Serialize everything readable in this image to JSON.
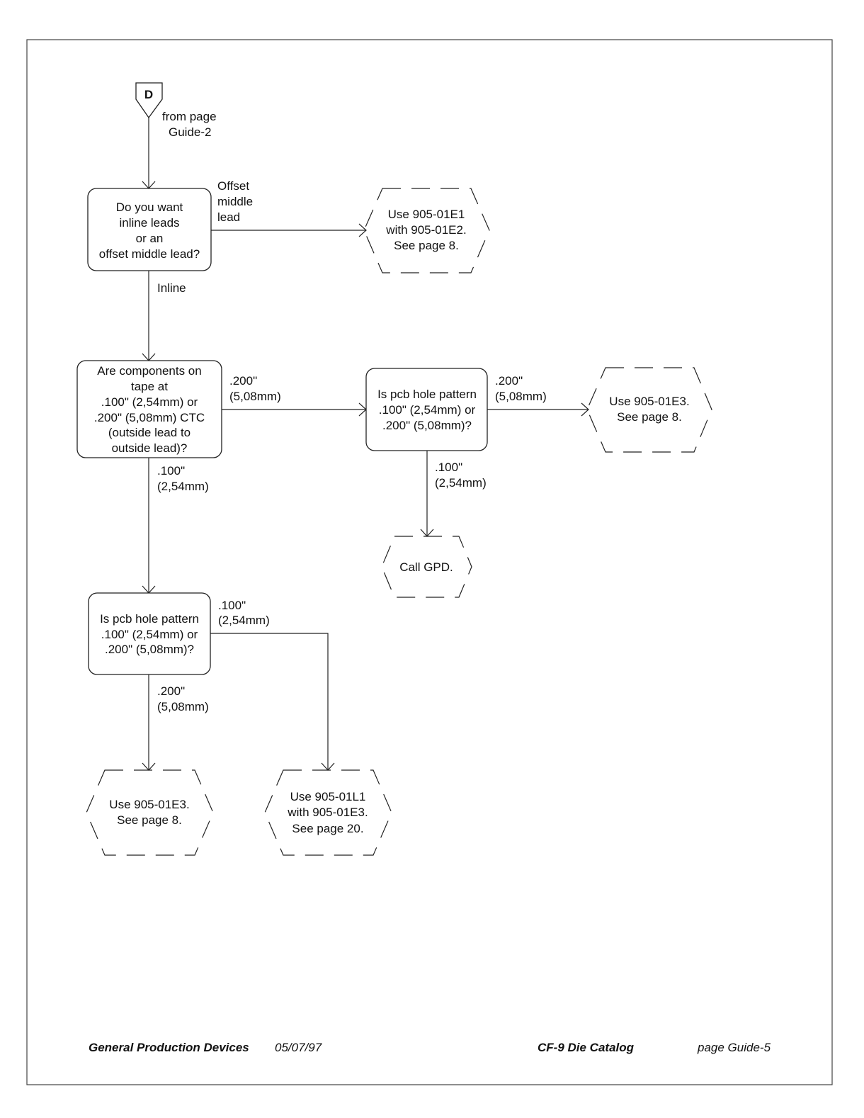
{
  "connector": {
    "letter": "D",
    "note": [
      "from page",
      "Guide-2"
    ]
  },
  "q1": {
    "lines": [
      "Do you want",
      "inline leads",
      "or an",
      "offset middle lead?"
    ],
    "branch_right": [
      "Offset",
      "middle",
      "lead"
    ],
    "branch_down": [
      "Inline"
    ]
  },
  "r1": {
    "lines": [
      "Use 905-01E1",
      "with 905-01E2.",
      "See page 8."
    ]
  },
  "q2": {
    "lines": [
      "Are components on",
      "tape at",
      ".100\" (2,54mm) or",
      ".200\" (5,08mm) CTC",
      "(outside lead to",
      "outside lead)?"
    ],
    "branch_right": [
      ".200\"",
      "(5,08mm)"
    ],
    "branch_down": [
      ".100\"",
      "(2,54mm)"
    ]
  },
  "q3": {
    "lines": [
      "Is pcb hole pattern",
      ".100\" (2,54mm) or",
      ".200\" (5,08mm)?"
    ],
    "branch_right": [
      ".200\"",
      "(5,08mm)"
    ],
    "branch_down": [
      ".100\"",
      "(2,54mm)"
    ]
  },
  "r2": {
    "lines": [
      "Use 905-01E3.",
      "See page 8."
    ]
  },
  "r3": {
    "lines": [
      "Call GPD."
    ]
  },
  "q4": {
    "lines": [
      "Is pcb hole pattern",
      ".100\" (2,54mm) or",
      ".200\" (5,08mm)?"
    ],
    "branch_right": [
      ".100\"",
      "(2,54mm)"
    ],
    "branch_down": [
      ".200\"",
      "(5,08mm)"
    ]
  },
  "r4": {
    "lines": [
      "Use 905-01E3.",
      "See page 8."
    ]
  },
  "r5": {
    "lines": [
      "Use 905-01L1",
      "with 905-01E3.",
      "See page 20."
    ]
  },
  "footer": {
    "company": "General Production Devices",
    "date": "05/07/97",
    "catalog": "CF-9 Die Catalog",
    "page": "page  Guide-5"
  }
}
